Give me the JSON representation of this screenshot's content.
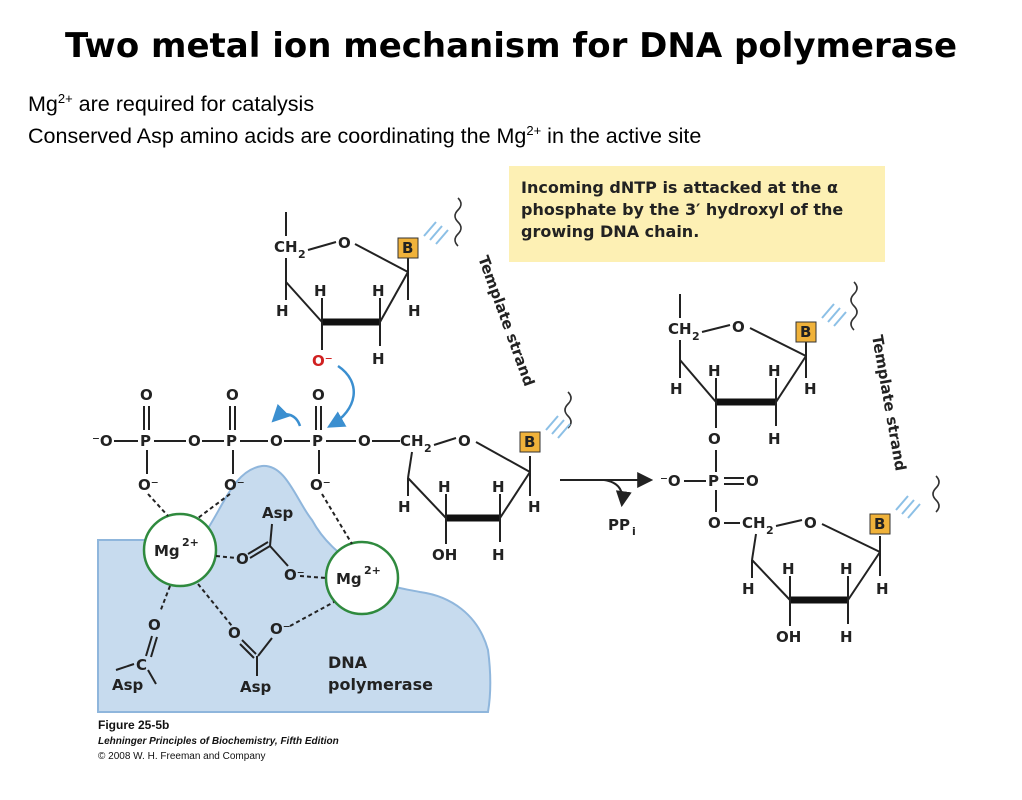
{
  "title": "Two metal ion mechanism for DNA polymerase",
  "bullets": {
    "line1_pre": "Mg",
    "line1_sup": "2+",
    "line1_post": " are required for catalysis",
    "line2_pre": "Conserved Asp amino acids are coordinating the Mg",
    "line2_sup": "2+",
    "line2_post": " in the active site"
  },
  "callout": "Incoming dNTP is attacked at the α phosphate by the 3′ hydroxyl of the growing DNA chain.",
  "labels": {
    "template_strand": "Template strand",
    "base": "B",
    "ch2": "CH",
    "ch2_sub": "2",
    "oxygen": "O",
    "hydrogen": "H",
    "phosphorus": "P",
    "hydroxyl": "OH",
    "o_minus": "O⁻",
    "neg_o": "⁻O",
    "mg": "Mg",
    "mg_sup": "2+",
    "asp": "Asp",
    "ppi": "PP",
    "ppi_sub": "i",
    "enzyme_line1": "DNA",
    "enzyme_line2": "polymerase"
  },
  "caption": {
    "figure": "Figure 25-5b",
    "book": "Lehninger Principles of Biochemistry, Fifth Edition",
    "copyright": "© 2008 W. H. Freeman and Company"
  },
  "colors": {
    "enzyme_fill": "#c7dbee",
    "enzyme_edge": "#8fb6dc",
    "mg_ring": "#2f8a3e",
    "base_fill": "#f0b23a",
    "callout_bg": "#fdf0b4",
    "arrow_blue": "#3b8fd0",
    "o_minus_red": "#d02020"
  }
}
